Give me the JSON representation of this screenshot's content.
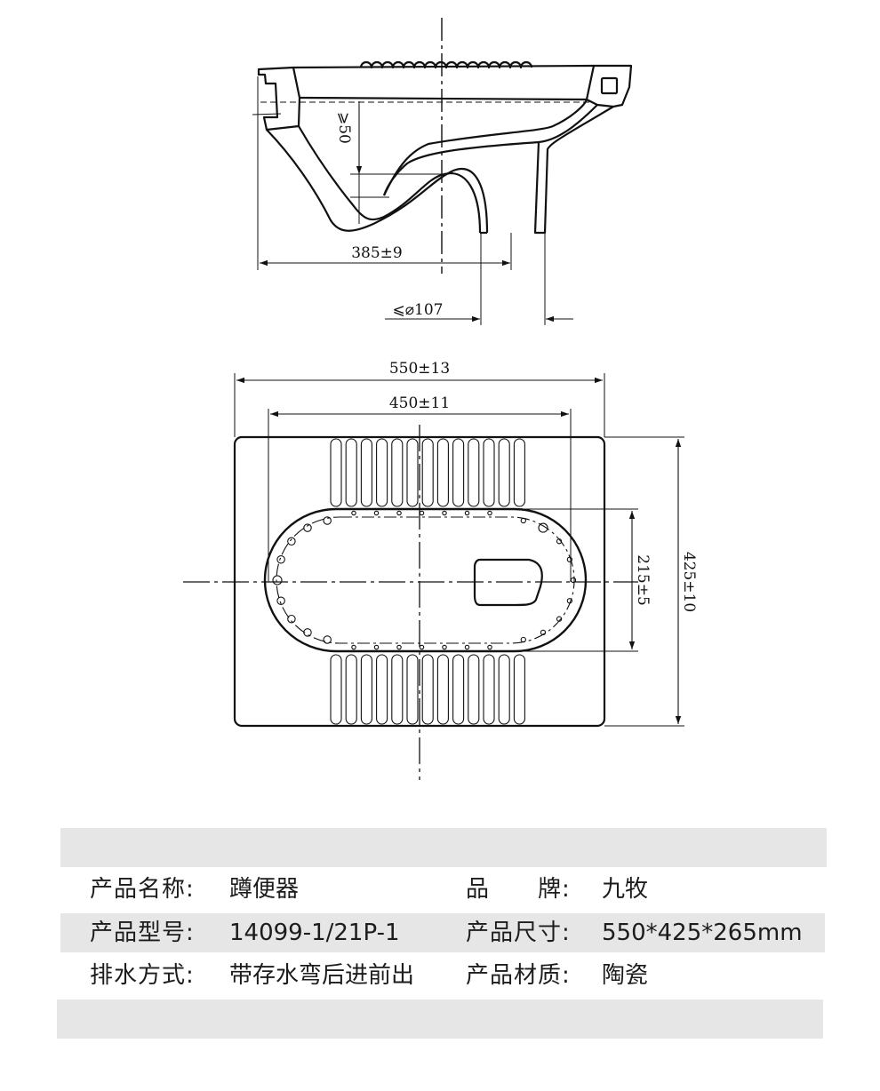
{
  "drawing": {
    "side_view": {
      "depth_label": "⩾50",
      "outlet_distance_label": "385±9",
      "outlet_diameter_label": "⩽⌀107"
    },
    "top_view": {
      "overall_width_label": "550±13",
      "inner_width_label": "450±11",
      "bowl_width_label": "215±5",
      "overall_depth_label": "425±10"
    }
  },
  "specs": {
    "rows": [
      {
        "label_left": "产品名称:",
        "value_left": "蹲便器",
        "label_right": "品　　牌:",
        "value_right": "九牧"
      },
      {
        "label_left": "产品型号:",
        "value_left": "14099-1/21P-1",
        "label_right": "产品尺寸:",
        "value_right": "550*425*265mm"
      },
      {
        "label_left": "排水方式:",
        "value_left": "带存水弯后进前出",
        "label_right": "产品材质:",
        "value_right": "陶瓷"
      }
    ]
  },
  "colors": {
    "line": "#111111",
    "band": "#e6e6e6",
    "text": "#1c1c1c"
  }
}
